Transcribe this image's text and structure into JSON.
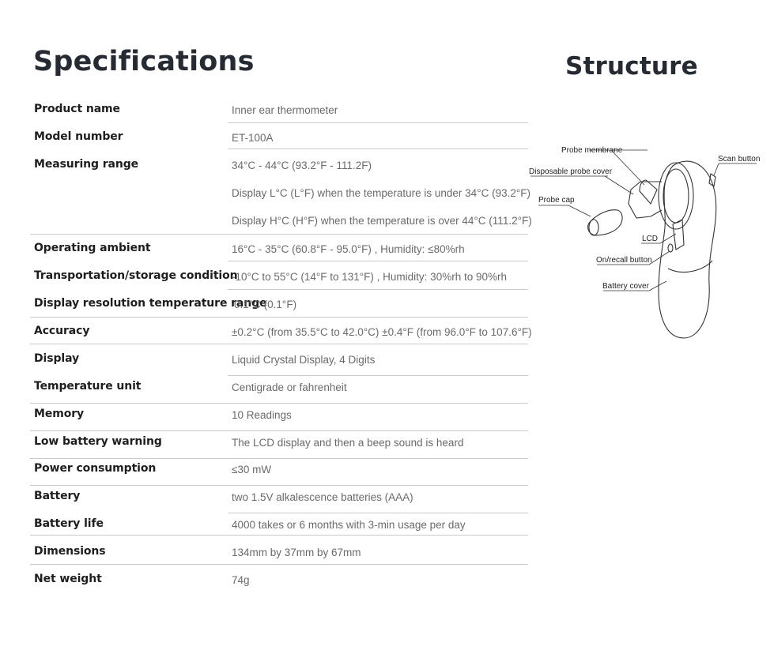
{
  "spec_title": "Specifications",
  "structure_title": "Structure",
  "specs": [
    {
      "label": "Product name",
      "values": [
        "Inner ear thermometer"
      ]
    },
    {
      "label": "Model number",
      "values": [
        "ET-100A"
      ]
    },
    {
      "label": "Measuring range",
      "values": [
        "34°C - 44°C (93.2°F - 111.2F)",
        "Display L°C (L°F) when the temperature is under 34°C (93.2°F)",
        "Display H°C (H°F) when the temperature is over 44°C (111.2°F)"
      ]
    },
    {
      "label": "Operating ambient",
      "values": [
        "16°C - 35°C (60.8°F - 95.0°F) , Humidity: ≤80%rh"
      ]
    },
    {
      "label": "Transportation/storage condition",
      "values": [
        "-10°C to 55°C (14°F to 131°F) , Humidity: 30%rh to 90%rh"
      ]
    },
    {
      "label": "Display resolution temperature range",
      "values": [
        "0.1°C (0.1°F)"
      ]
    },
    {
      "label": "Accuracy",
      "values": [
        "±0.2°C (from 35.5°C to 42.0°C)  ±0.4°F (from 96.0°F to 107.6°F)"
      ]
    },
    {
      "label": "Display",
      "values": [
        "Liquid Crystal Display, 4 Digits"
      ]
    },
    {
      "label": "Temperature unit",
      "values": [
        "Centigrade or fahrenheit"
      ]
    },
    {
      "label": "Memory",
      "values": [
        "10 Readings"
      ]
    },
    {
      "label": "Low battery warning",
      "values": [
        "The LCD display and then a beep sound is heard"
      ]
    },
    {
      "label": "Power consumption",
      "values": [
        "≤30 mW"
      ]
    },
    {
      "label": "Battery",
      "values": [
        "two 1.5V alkalescence batteries (AAA)"
      ]
    },
    {
      "label": "Battery life",
      "values": [
        "4000 takes or 6 months with 3-min usage per day"
      ]
    },
    {
      "label": "Dimensions",
      "values": [
        "134mm by 37mm by 67mm"
      ]
    },
    {
      "label": "Net weight",
      "values": [
        "74g"
      ]
    }
  ],
  "structure_labels": {
    "probe_membrane": "Probe membrane",
    "disposable_probe_cover": "Disposable probe cover",
    "probe_cap": "Probe cap",
    "scan_button": "Scan button",
    "lcd": "LCD",
    "on_recall_button": "On/recall button",
    "battery_cover": "Battery cover"
  }
}
